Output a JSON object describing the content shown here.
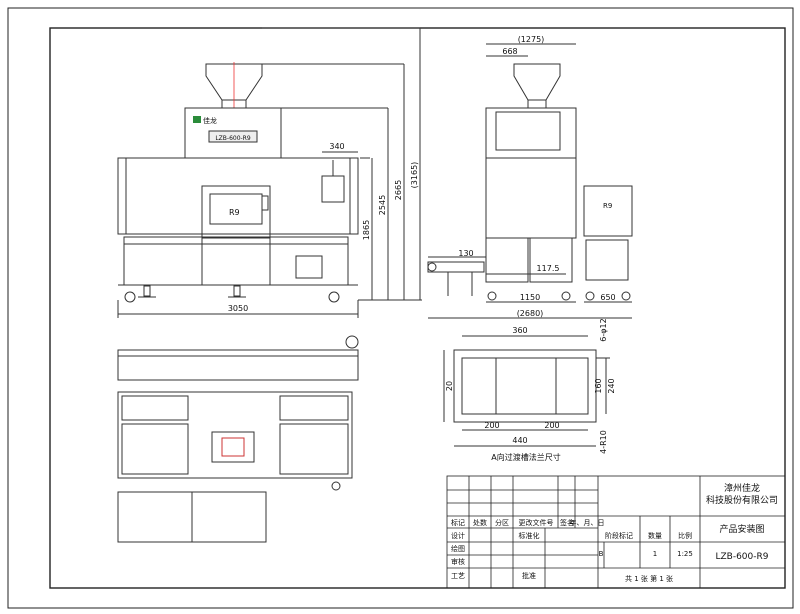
{
  "drawing": {
    "front_view": {
      "brand_label": "佳龙",
      "model_plate": "LZB-600-R9",
      "panel_badge": "R9",
      "dims": {
        "overall_width": "3050",
        "side_offset": "340",
        "h1": "1865",
        "h2": "2545",
        "h3": "2665",
        "h4": "(3165)"
      }
    },
    "side_view": {
      "panel_badge": "R9",
      "dims": {
        "overall_width": "(1275)",
        "hopper_offset": "668",
        "conveyor_length": "130",
        "conveyor_height": "117.5",
        "base_main": "1150",
        "base_aux": "650",
        "total": "(2680)"
      }
    },
    "foundation_view": {
      "caption": "A向过渡槽法兰尺寸",
      "dims": {
        "top": "360",
        "holes": "6-φ12",
        "inner_height": "160",
        "outer_height": "240",
        "left_mark": "20",
        "seg_left": "200",
        "seg_right": "200",
        "bottom": "440",
        "radius": "4-R10"
      }
    }
  },
  "title_block": {
    "company_line1": "漳州佳龙",
    "company_line2": "科技股份有限公司",
    "drawing_name": "产品安装图",
    "drawing_number": "LZB-600-R9",
    "headers": [
      "标记",
      "处数",
      "分区",
      "更改文件号",
      "签名",
      "年、月、日"
    ],
    "roles": [
      "设计",
      "绘图",
      "审核",
      "工艺"
    ],
    "role_cols": [
      "标准化",
      "批准"
    ],
    "stage_label": "阶段标记",
    "weight_label": "数量",
    "scale_label": "比例",
    "stage_value": "B",
    "quantity_value": "1",
    "scale_value": "1:25",
    "sheet_info": "共 1 张    第 1 张"
  }
}
